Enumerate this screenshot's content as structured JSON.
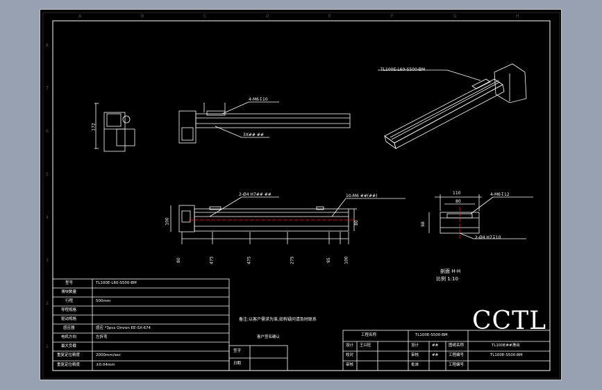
{
  "drawing": {
    "iso_label": "TL100E-L60-S500-BM",
    "hole_note_side": "4-M6↧10",
    "slot_note_side": "3X## ##",
    "hole_note_front": "2-Ø4 H7## ##",
    "thread_note_front": "10-M6 ##(##)",
    "thread_note_section": "4-M6↧12",
    "pin_note_section": "2-Ø4 H7↧10",
    "section_title": "剖面 H-H",
    "section_scale": "比例 1:10",
    "note": "备注:以客户需求为准,如有疑问请及时联系",
    "dims": {
      "side_height": "172",
      "front_height": "100",
      "front_right": "80",
      "sec_width": "110",
      "sec_inner": "80",
      "sec_height": "98",
      "bottom": [
        "80",
        "475",
        "475",
        "275",
        "95",
        "100"
      ]
    }
  },
  "title_block": {
    "rows": [
      {
        "label": "型号",
        "value": "TL100E-L60-S500-BM"
      },
      {
        "label": "滑块数量",
        "value": ""
      },
      {
        "label": "行程",
        "value": "500mm"
      },
      {
        "label": "导程规格",
        "value": ""
      },
      {
        "label": "驱动规格",
        "value": ""
      },
      {
        "label": "感应器",
        "value": "感应 *3pcs Omron EE-SX-674"
      },
      {
        "label": "电机方向",
        "value": "左折弯"
      },
      {
        "label": "最大负载",
        "value": ""
      },
      {
        "label": "重复定位精度",
        "value": "2000mm/sec"
      },
      {
        "label": "重复定位精度",
        "value": "±0.04mm"
      }
    ],
    "approval_header": "客户签名确认",
    "approval_rows": [
      "签字",
      "日期"
    ],
    "company_box": "工程名称",
    "part_no": "TL100E-S500-BM",
    "info_rows": [
      [
        "设计",
        "王兴旺",
        "设计",
        "##"
      ],
      [
        "校对",
        "",
        "审核",
        "##"
      ],
      [
        "审核",
        "",
        "批准",
        ""
      ]
    ],
    "info_right": [
      "图纸名称",
      "工程编号",
      "工程编号"
    ],
    "logo": "CCTL",
    "logo_sub": "TL100E##滑台",
    "logo_code": "TL100E-S500-BM"
  },
  "border": {
    "cols": [
      "A",
      "B",
      "C",
      "D",
      "E",
      "F",
      "G",
      "H"
    ],
    "rows": [
      "8",
      "7",
      "6",
      "5",
      "4",
      "3",
      "2",
      "1"
    ]
  },
  "colors": {
    "background": "#000000",
    "line": "#ffffff",
    "center": "#ff2020",
    "frame": "#97a1b2"
  }
}
